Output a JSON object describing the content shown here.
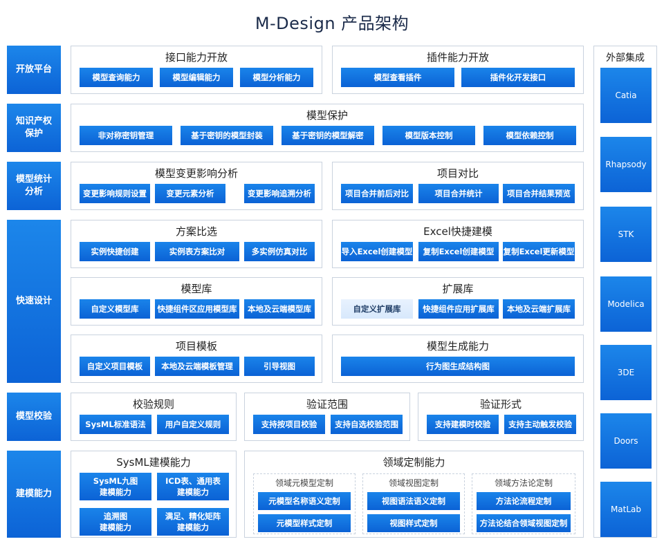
{
  "title": "M-Design 产品架构",
  "categories": [
    "开放平台",
    "知识产权\n保护",
    "模型统计\n分析",
    "快速设计",
    "模型校验",
    "建模能力"
  ],
  "panels": {
    "interface": {
      "title": "接口能力开放",
      "items": [
        "模型查询能力",
        "模型编辑能力",
        "模型分析能力"
      ]
    },
    "plugin": {
      "title": "插件能力开放",
      "items": [
        "模型查看插件",
        "插件化开发接口"
      ]
    },
    "protect": {
      "title": "模型保护",
      "items": [
        "非对称密钥管理",
        "基于密钥的模型封装",
        "基于密钥的模型解密",
        "模型版本控制",
        "模型依赖控制"
      ]
    },
    "impact": {
      "title": "模型变更影响分析",
      "items": [
        "变更影响规则设置",
        "变更元素分析",
        "变更影响追溯分析"
      ]
    },
    "compare": {
      "title": "项目对比",
      "items": [
        "项目合并前后对比",
        "项目合并统计",
        "项目合并结果预览"
      ]
    },
    "scheme": {
      "title": "方案比选",
      "items": [
        "实例快捷创建",
        "实例表方案比对",
        "多实例仿真对比"
      ]
    },
    "excel": {
      "title": "Excel快捷建模",
      "items": [
        "导入Excel创建模型",
        "复制Excel创建模型",
        "复制Excel更新模型"
      ]
    },
    "lib": {
      "title": "模型库",
      "items": [
        "自定义模型库",
        "快捷组件区应用模型库",
        "本地及云端模型库"
      ]
    },
    "extlib": {
      "title": "扩展库",
      "items": [
        "自定义扩展库",
        "快捷组件应用扩展库",
        "本地及云端扩展库"
      ]
    },
    "template": {
      "title": "项目模板",
      "items": [
        "自定义项目模板",
        "本地及云端模板管理",
        "引导视图"
      ]
    },
    "gen": {
      "title": "模型生成能力",
      "items": [
        "行为图生成结构图"
      ]
    },
    "rules": {
      "title": "校验规则",
      "items": [
        "SysML标准语法",
        "用户自定义规则"
      ]
    },
    "scope": {
      "title": "验证范围",
      "items": [
        "支持按项目校验",
        "支持自选校验范围"
      ]
    },
    "form": {
      "title": "验证形式",
      "items": [
        "支持建模时校验",
        "支持主动触发校验"
      ]
    },
    "sysml": {
      "title": "SysML建模能力",
      "items": [
        "SysML九图\n建模能力",
        "ICD表、通用表\n建模能力",
        "追溯图\n建模能力",
        "满足、精化矩阵\n建模能力"
      ]
    },
    "domain": {
      "title": "领域定制能力",
      "subs": [
        {
          "title": "领域元模型定制",
          "items": [
            "元模型名称语义定制",
            "元模型样式定制"
          ]
        },
        {
          "title": "领域视图定制",
          "items": [
            "视图语法语义定制",
            "视图样式定制"
          ]
        },
        {
          "title": "领域方法论定制",
          "items": [
            "方法论流程定制",
            "方法论结合领域视图定制"
          ]
        }
      ]
    }
  },
  "external": {
    "title": "外部集成",
    "items": [
      "Catia",
      "Rhapsody",
      "STK",
      "Modelica",
      "3DE",
      "Doors",
      "MatLab"
    ]
  }
}
